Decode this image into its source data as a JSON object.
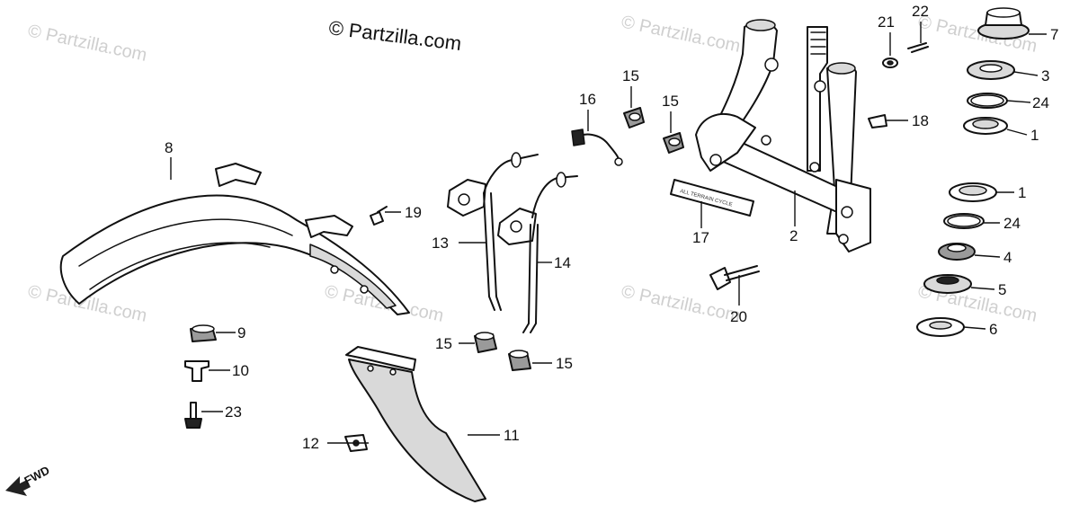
{
  "copyright": "© Partzilla.com",
  "watermark": "© Partzilla.com",
  "fwd_label": "FWD",
  "sticker_text": "ALL TERRAIN CYCLE",
  "part_labels": {
    "p1a": "1",
    "p1b": "1",
    "p2": "2",
    "p3": "3",
    "p4": "4",
    "p5": "5",
    "p6": "6",
    "p7": "7",
    "p8": "8",
    "p9": "9",
    "p10": "10",
    "p11": "11",
    "p12": "12",
    "p13": "13",
    "p14": "14",
    "p15a": "15",
    "p15b": "15",
    "p15c": "15",
    "p15d": "15",
    "p16": "16",
    "p17": "17",
    "p18": "18",
    "p19": "19",
    "p20": "20",
    "p21": "21",
    "p22": "22",
    "p23": "23",
    "p24a": "24",
    "p24b": "24"
  }
}
